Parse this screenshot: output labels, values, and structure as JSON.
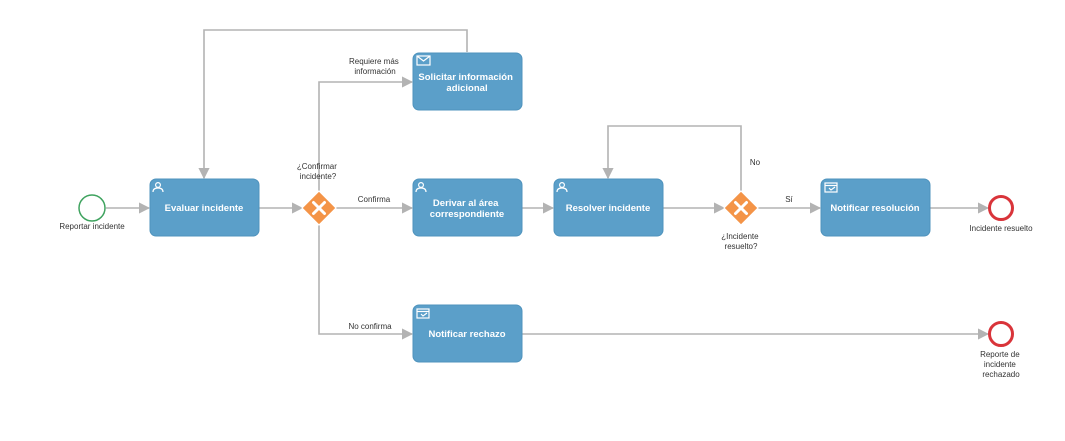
{
  "events": {
    "start": {
      "label": "Reportar incidente"
    },
    "end_resolved": {
      "label": "Incidente resuelto"
    },
    "end_rejected": {
      "label": [
        "Reporte de",
        "incidente",
        "rechazado"
      ]
    }
  },
  "tasks": {
    "evaluate": {
      "label": [
        "Evaluar incidente"
      ],
      "icon": "user-icon"
    },
    "request_info": {
      "label": [
        "Solicitar información",
        "adicional"
      ],
      "icon": "envelope-icon"
    },
    "derive": {
      "label": [
        "Derivar al área",
        "correspondiente"
      ],
      "icon": "user-icon"
    },
    "resolve": {
      "label": [
        "Resolver incidente"
      ],
      "icon": "user-icon"
    },
    "notify_resolution": {
      "label": [
        "Notificar resolución"
      ],
      "icon": "service-window-icon"
    },
    "notify_rejection": {
      "label": [
        "Notificar rechazo"
      ],
      "icon": "service-window-icon"
    }
  },
  "gateways": {
    "confirm": {
      "label": [
        "¿Confirmar",
        "incidente?"
      ]
    },
    "resolved": {
      "label": [
        "¿Incidente",
        "resuelto?"
      ]
    }
  },
  "flow_labels": {
    "more_info": [
      "Requiere más",
      "información"
    ],
    "confirms": "Confirma",
    "not_confirms": "No confirma",
    "no": "No",
    "yes": "Sí"
  },
  "colors": {
    "task_fill": "#5b9fc9",
    "gateway_fill": "#f49447",
    "start_stroke": "#3fa35f",
    "end_stroke": "#d9343a",
    "flow_stroke": "#b3b3b3"
  }
}
